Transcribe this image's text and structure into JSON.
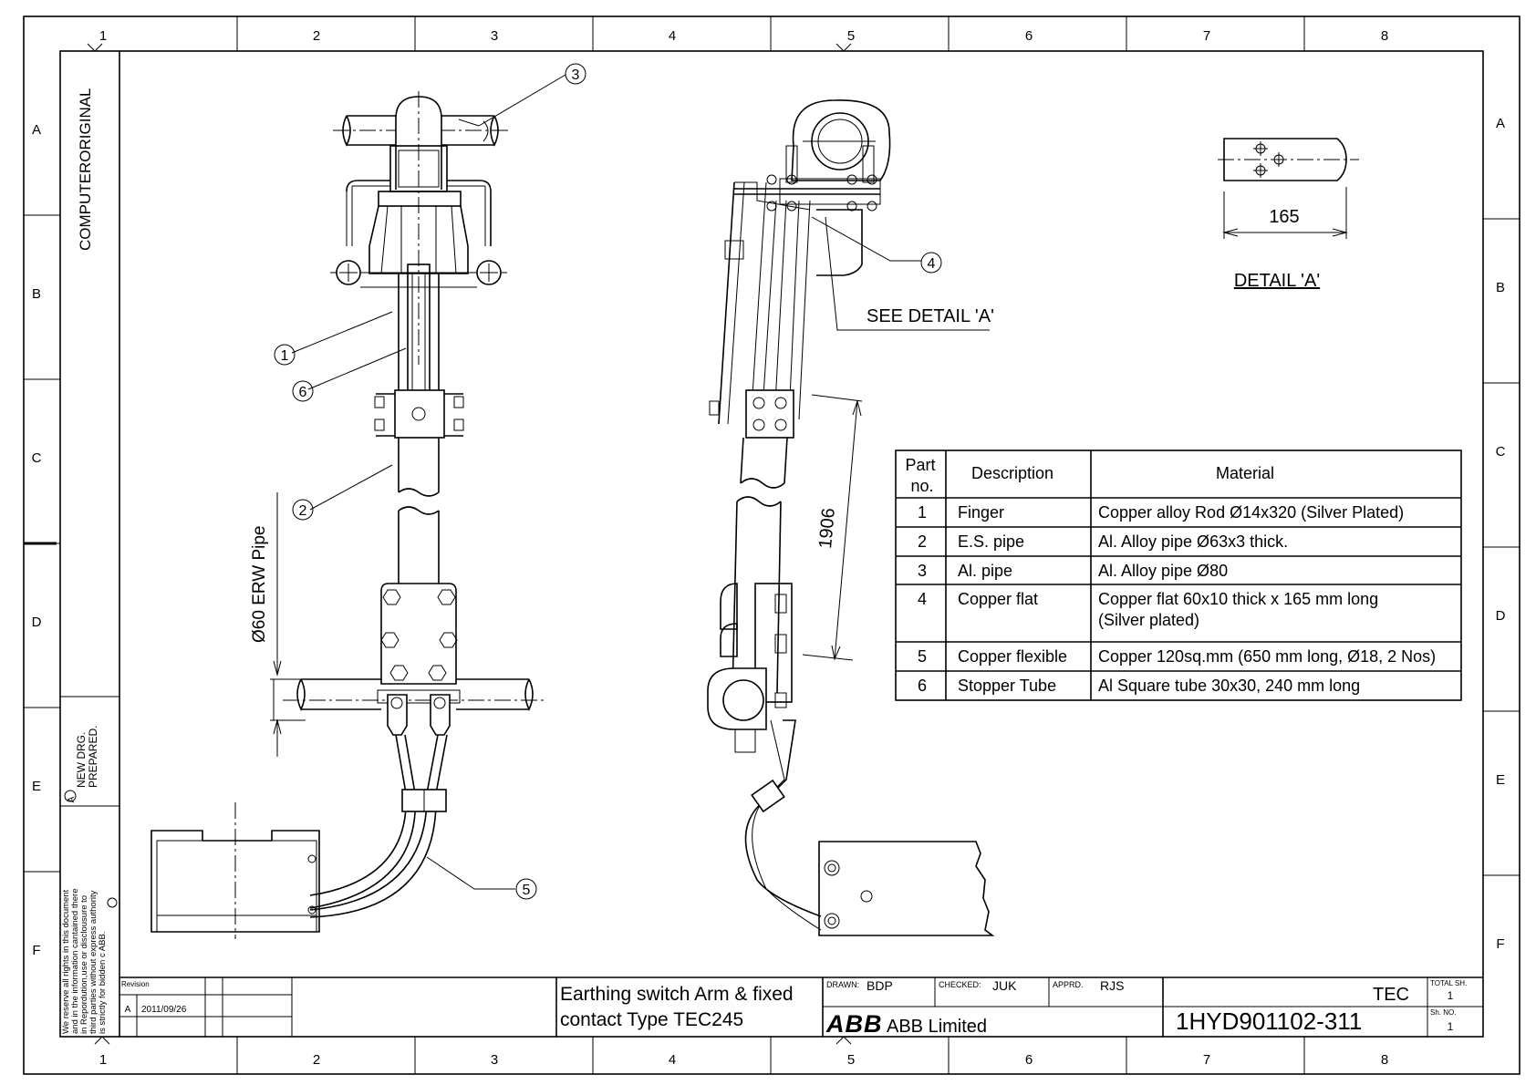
{
  "sheet": {
    "columns": [
      "1",
      "2",
      "3",
      "4",
      "5",
      "6",
      "7",
      "8"
    ],
    "rows": [
      "A",
      "B",
      "C",
      "D",
      "E",
      "F"
    ],
    "side_stamp": "COMPUTERORIGINAL",
    "revision_note_letter": "A",
    "revision_note": "NEW DRG. PREPARED.",
    "copyright_lines": [
      "We reserve all rights in this document",
      "and in the information cantained there",
      "in Repordution,use or disclousure to",
      "third parties without express authority",
      "is strictly for bidden  c ABB."
    ]
  },
  "callouts": {
    "c1": "1",
    "c2": "2",
    "c3": "3",
    "c4": "4",
    "c5": "5",
    "c6": "6"
  },
  "labels": {
    "see_detail": "SEE DETAIL 'A'",
    "detail_title": "DETAIL 'A'",
    "detail_dim": "165",
    "dim_1906": "1906",
    "pipe_dim": "Ø60 ERW Pipe"
  },
  "parts_table": {
    "headers": [
      "Part no.",
      "Description",
      "Material"
    ],
    "rows": [
      {
        "no": "1",
        "desc": "Finger",
        "material": "Copper alloy Rod Ø14x320 (Silver Plated)"
      },
      {
        "no": "2",
        "desc": "E.S. pipe",
        "material": "Al. Alloy pipe Ø63x3 thick."
      },
      {
        "no": "3",
        "desc": "Al. pipe",
        "material": "Al. Alloy pipe Ø80"
      },
      {
        "no": "4",
        "desc": "Copper flat",
        "material": "Copper flat 60x10 thick x 165 mm long",
        "material2": "(Silver plated)"
      },
      {
        "no": "5",
        "desc": "Copper flexible",
        "material": "Copper 120sq.mm (650 mm long, Ø18, 2 Nos)"
      },
      {
        "no": "6",
        "desc": "Stopper Tube",
        "material": "Al Square tube 30x30, 240 mm long"
      }
    ]
  },
  "title_block": {
    "revision_label": "Revision",
    "rev_letter": "A",
    "rev_date": "2011/09/26",
    "title_line1": "Earthing switch Arm & fixed",
    "title_line2": "contact Type TEC245",
    "drawn_label": "DRAWN:",
    "drawn": "BDP",
    "checked_label": "CHECKED:",
    "checked": "JUK",
    "approved_label": "APPRD.",
    "approved": "RJS",
    "company_logo": "ABB",
    "company": "ABB Limited",
    "code": "TEC",
    "drawing_no": "1HYD901102-311",
    "total_sheets_label": "TOTAL SH.",
    "total_sheets": "1",
    "sheet_no_label": "Sh. NO.",
    "sheet_no": "1"
  }
}
